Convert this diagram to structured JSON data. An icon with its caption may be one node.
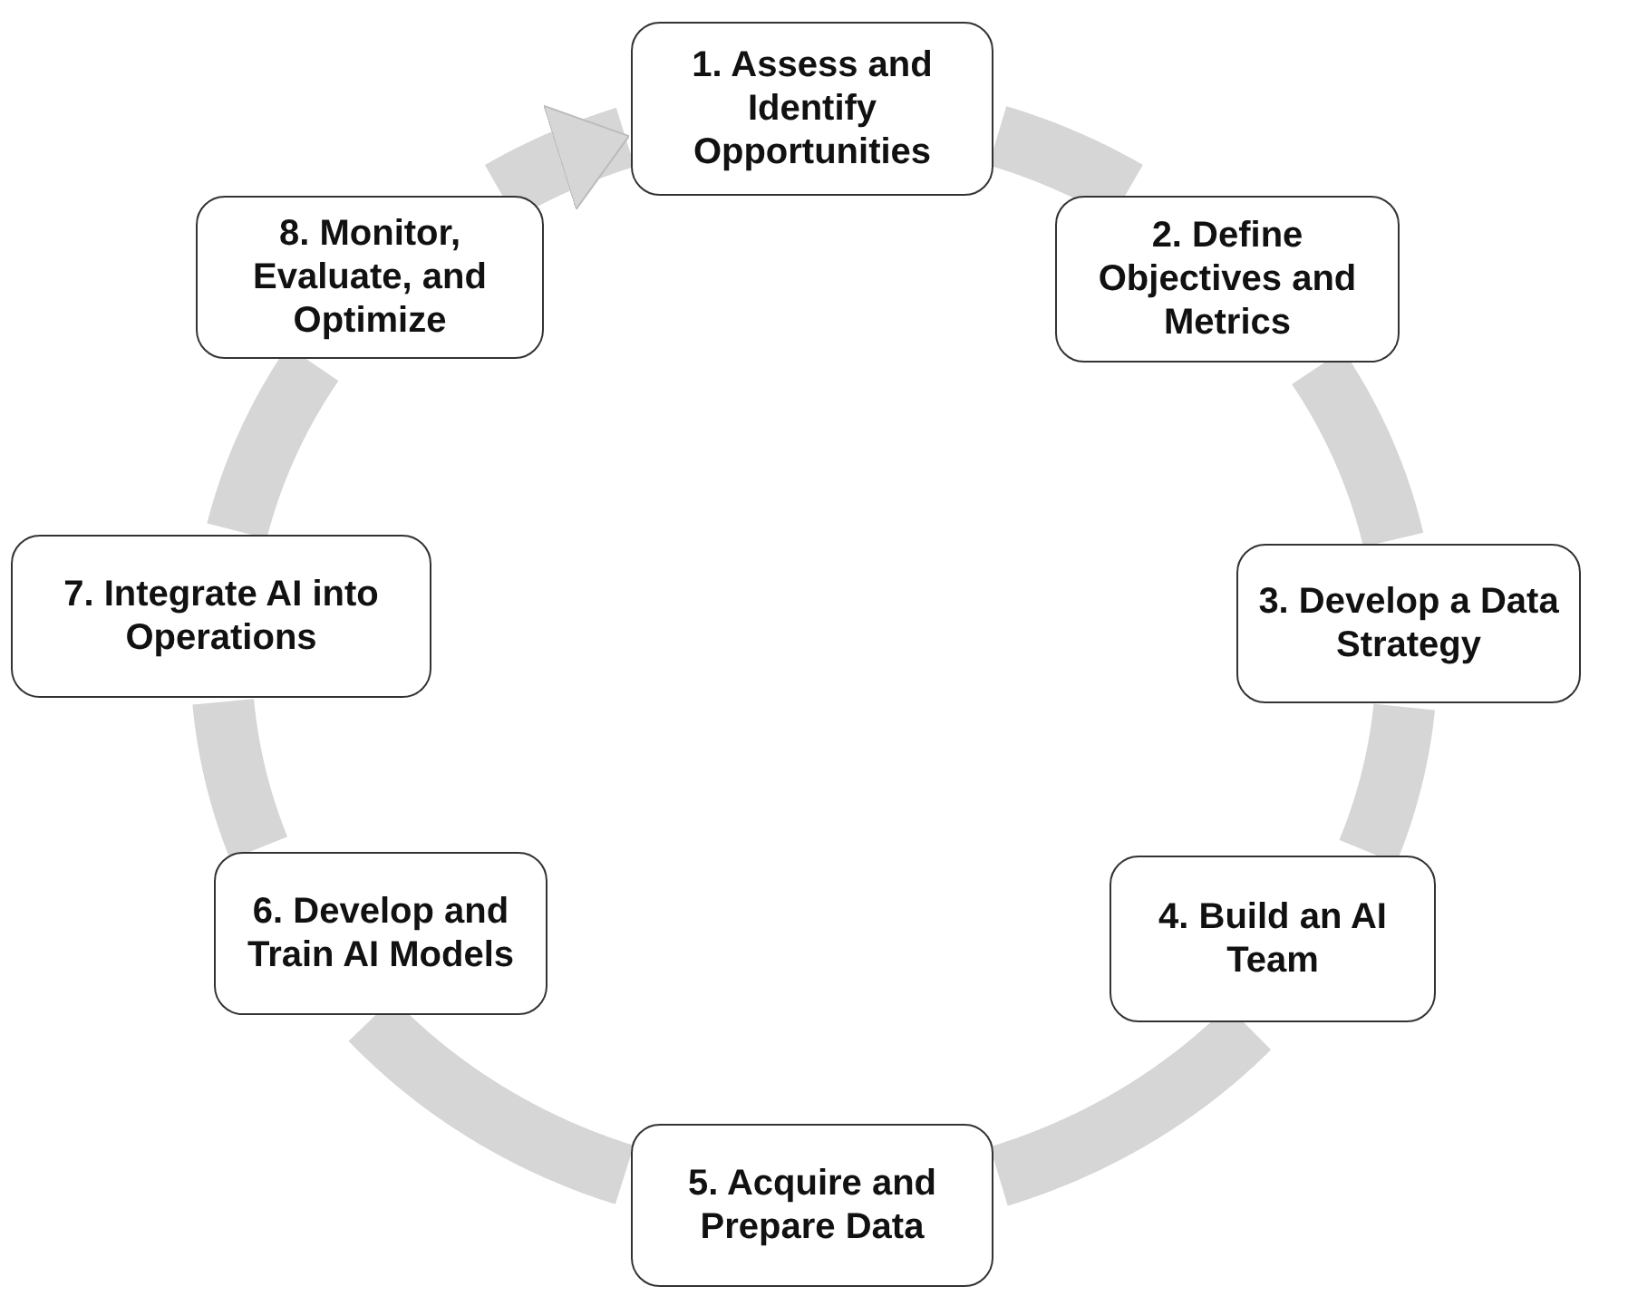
{
  "diagram": {
    "nodes": [
      {
        "text": [
          "1. Assess and Identify Opportunities"
        ]
      },
      {
        "text": [
          "2. Define Objectives and Metrics"
        ]
      },
      {
        "text": [
          "3. Develop a Data Strategy"
        ]
      },
      {
        "text": [
          "4. Build an AI Team"
        ]
      },
      {
        "text": [
          "5. Acquire and Prepare Data"
        ]
      },
      {
        "text": [
          "6. Develop and Train AI Models"
        ]
      },
      {
        "text": [
          "7. Integrate AI into Operations"
        ]
      },
      {
        "text": [
          "8. Monitor, Evaluate, and Optimize"
        ]
      }
    ],
    "edges": [
      {
        "from": 0,
        "to": 1,
        "arrow": "none"
      },
      {
        "from": 1,
        "to": 2,
        "arrow": "none"
      },
      {
        "from": 2,
        "to": 3,
        "arrow": "none"
      },
      {
        "from": 3,
        "to": 4,
        "arrow": "none"
      },
      {
        "from": 4,
        "to": 5,
        "arrow": "none"
      },
      {
        "from": 5,
        "to": 6,
        "arrow": "none"
      },
      {
        "from": 6,
        "to": 7,
        "arrow": "none"
      },
      {
        "from": 7,
        "to": 0,
        "arrow": "to"
      }
    ]
  }
}
